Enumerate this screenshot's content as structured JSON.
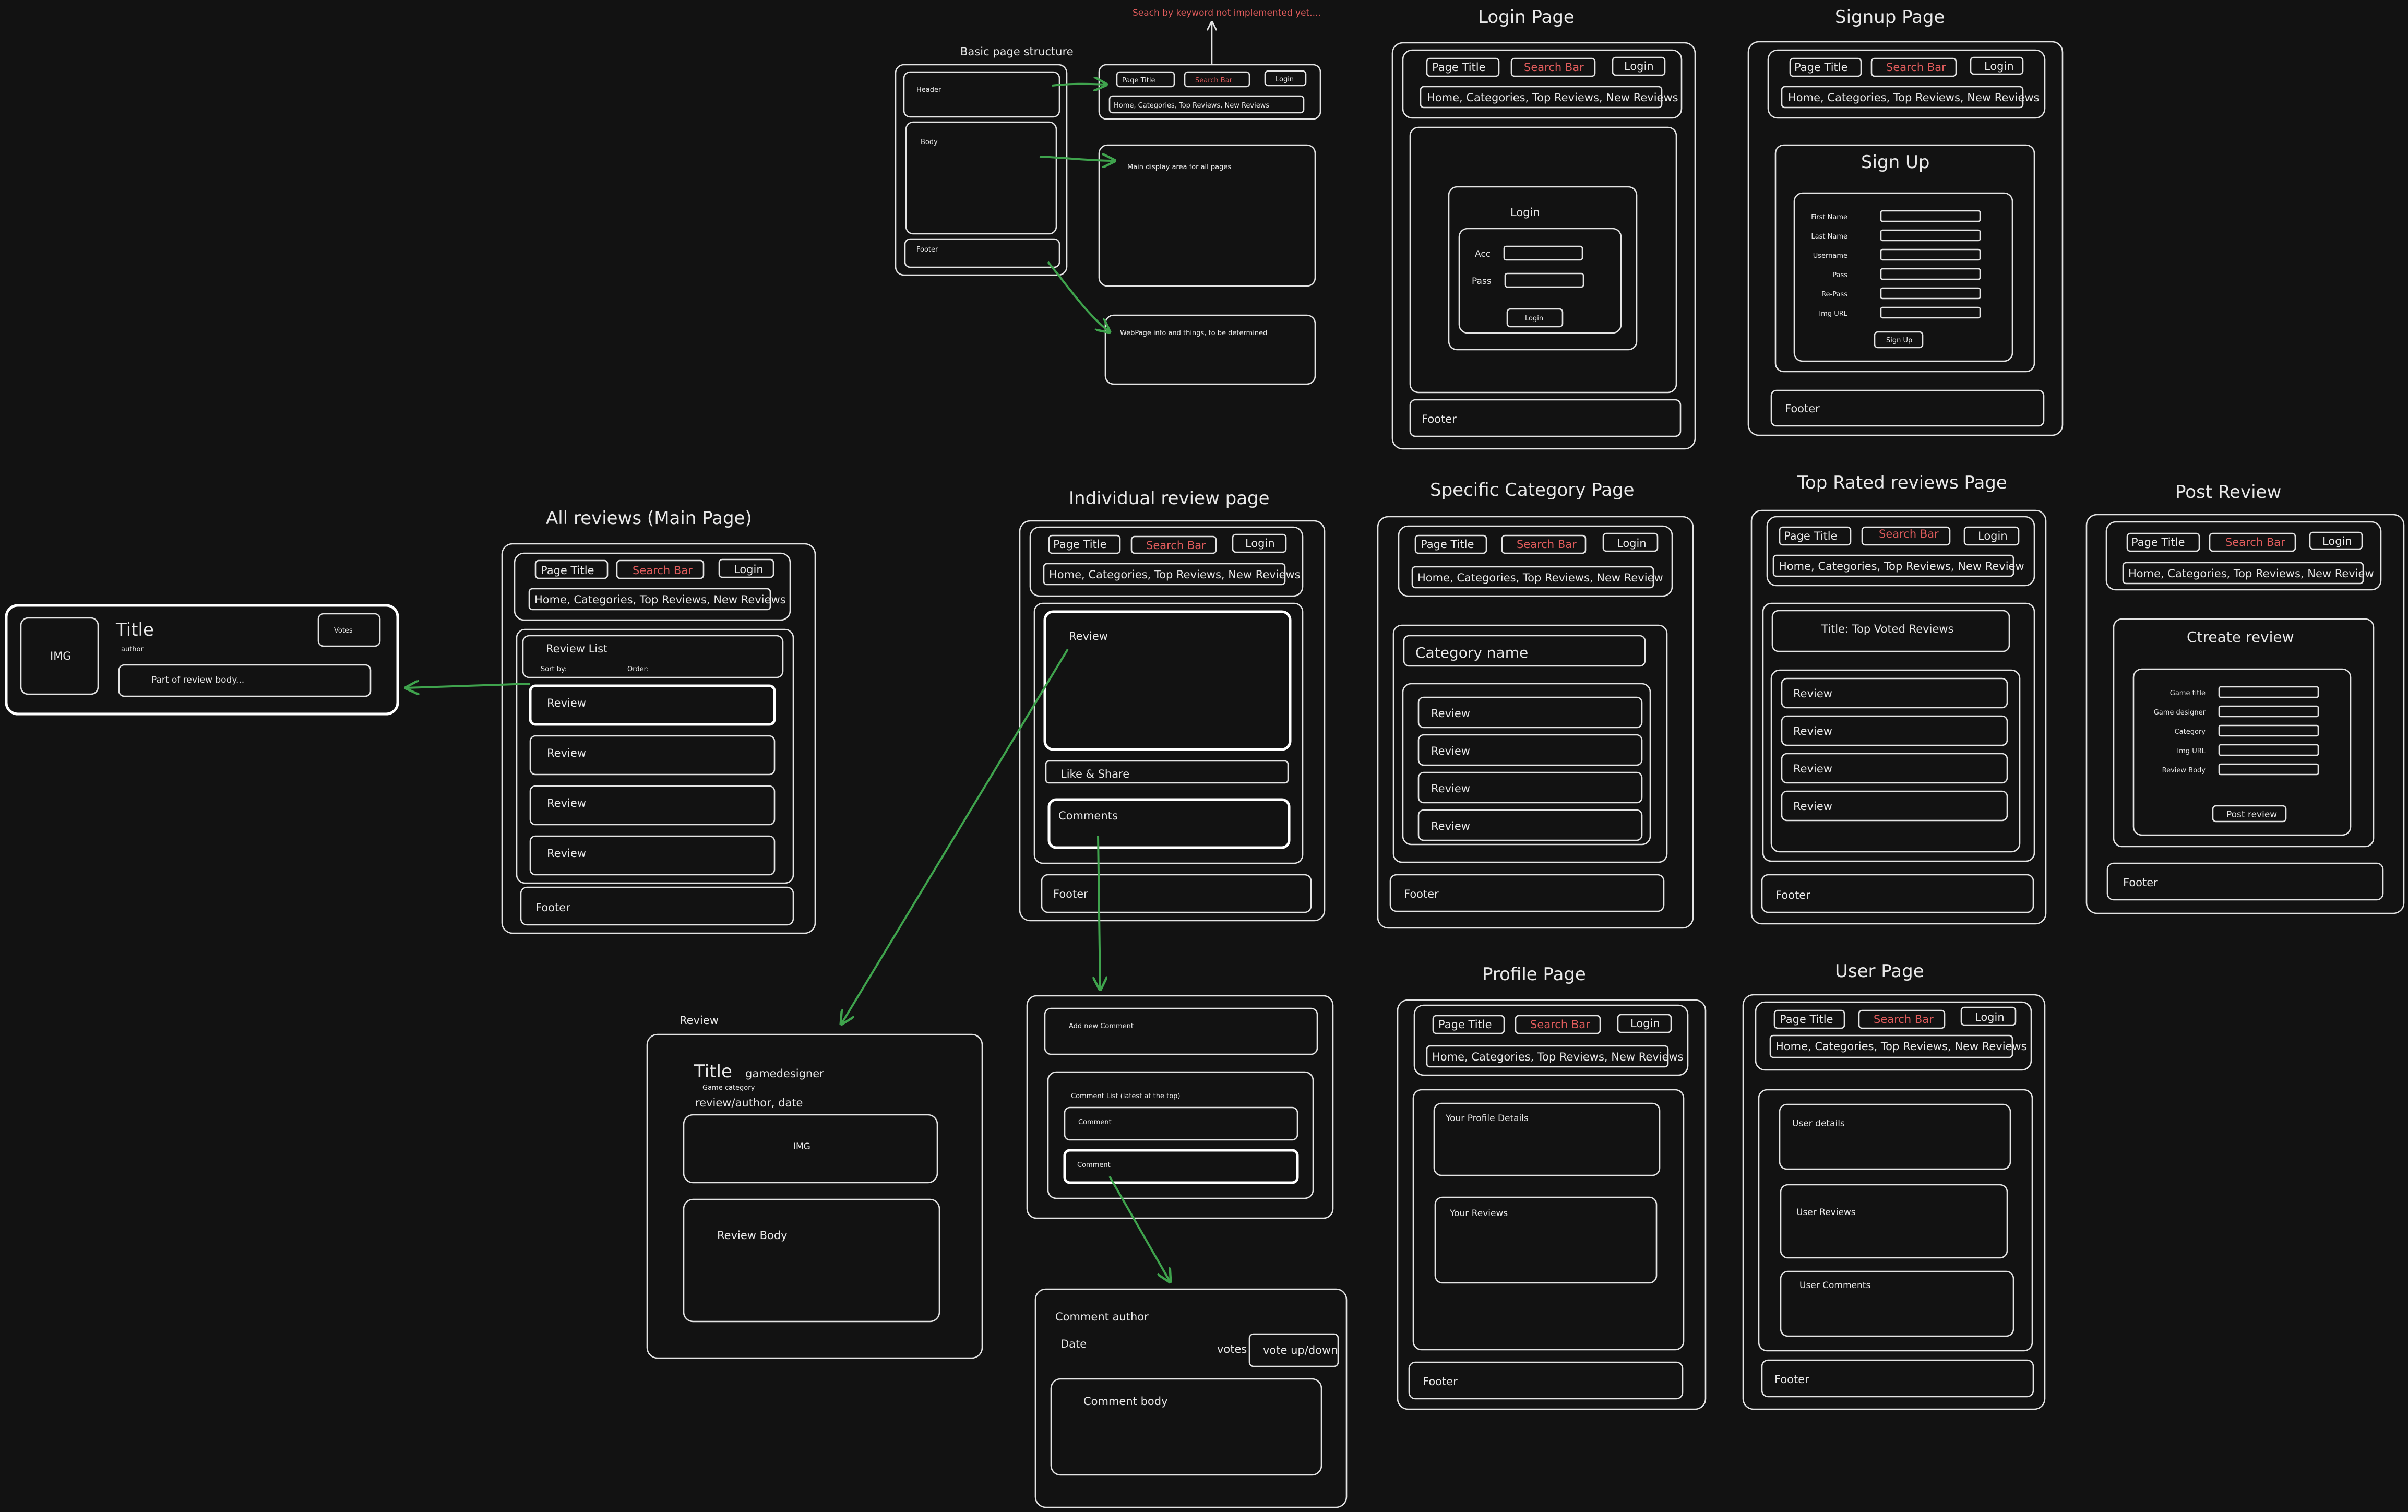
{
  "colors": {
    "background": "#121212",
    "stroke": "#e4e4e4",
    "arrow": "#3fa34d",
    "search_text": "#e05c5c"
  },
  "common": {
    "page_title": "Page Title",
    "search_bar": "Search Bar",
    "login": "Login",
    "nav": "Home, Categories, Top Reviews, New Reviews",
    "nav_alt": "Home, Categories, Top Reviews, New Review",
    "footer": "Footer",
    "review": "Review"
  },
  "basic": {
    "title": "Basic page structure",
    "note_search": "Seach by keyword not implemented yet....",
    "header": "Header",
    "body": "Body",
    "footer": "Footer",
    "main_area": "Main display area for all pages",
    "webpage_info": "WebPage info and things, to be determined"
  },
  "login_page": {
    "title": "Login Page",
    "form_title": "Login",
    "acc": "Acc",
    "pass": "Pass",
    "button": "Login"
  },
  "signup_page": {
    "title": "Signup Page",
    "form_title": "Sign Up",
    "fields": [
      "First Name",
      "Last Name",
      "Username",
      "Pass",
      "Re-Pass",
      "Img URL"
    ],
    "button": "Sign Up"
  },
  "all_reviews": {
    "title": "All reviews (Main Page)",
    "list_title": "Review List",
    "sort_by": "Sort by:",
    "order": "Order:",
    "items": [
      "Review",
      "Review",
      "Review",
      "Review"
    ]
  },
  "review_card": {
    "img": "IMG",
    "title": "Title",
    "author": "author",
    "votes": "Votes",
    "body": "Part of review body..."
  },
  "individual": {
    "title": "Individual review page",
    "review": "Review",
    "like_share": "Like & Share",
    "comments": "Comments"
  },
  "review_detail": {
    "label": "Review",
    "title": "Title",
    "designer": "gamedesigner",
    "category": "Game category",
    "meta": "review/author, date",
    "img": "IMG",
    "body": "Review Body"
  },
  "comments_section": {
    "add": "Add new Comment",
    "list_title": "Comment List (latest at the top)",
    "items": [
      "Comment",
      "Comment"
    ]
  },
  "comment_detail": {
    "author": "Comment author",
    "date": "Date",
    "votes": "votes",
    "vote_button": "vote up/down",
    "body": "Comment body"
  },
  "category_page": {
    "title": "Specific Category Page",
    "name": "Category name",
    "items": [
      "Review",
      "Review",
      "Review",
      "Review"
    ]
  },
  "top_rated": {
    "title": "Top Rated reviews Page",
    "heading": "Title: Top Voted Reviews",
    "items": [
      "Review",
      "Review",
      "Review",
      "Review"
    ]
  },
  "post_review": {
    "title": "Post Review",
    "form_title": "Ctreate review",
    "fields": [
      "Game title",
      "Game designer",
      "Category",
      "Img URL",
      "Review Body"
    ],
    "button": "Post review"
  },
  "profile_page": {
    "title": "Profile Page",
    "details": "Your Profile Details",
    "reviews": "Your Reviews"
  },
  "user_page": {
    "title": "User Page",
    "details": "User details",
    "reviews": "User Reviews",
    "comments": "User Comments"
  }
}
